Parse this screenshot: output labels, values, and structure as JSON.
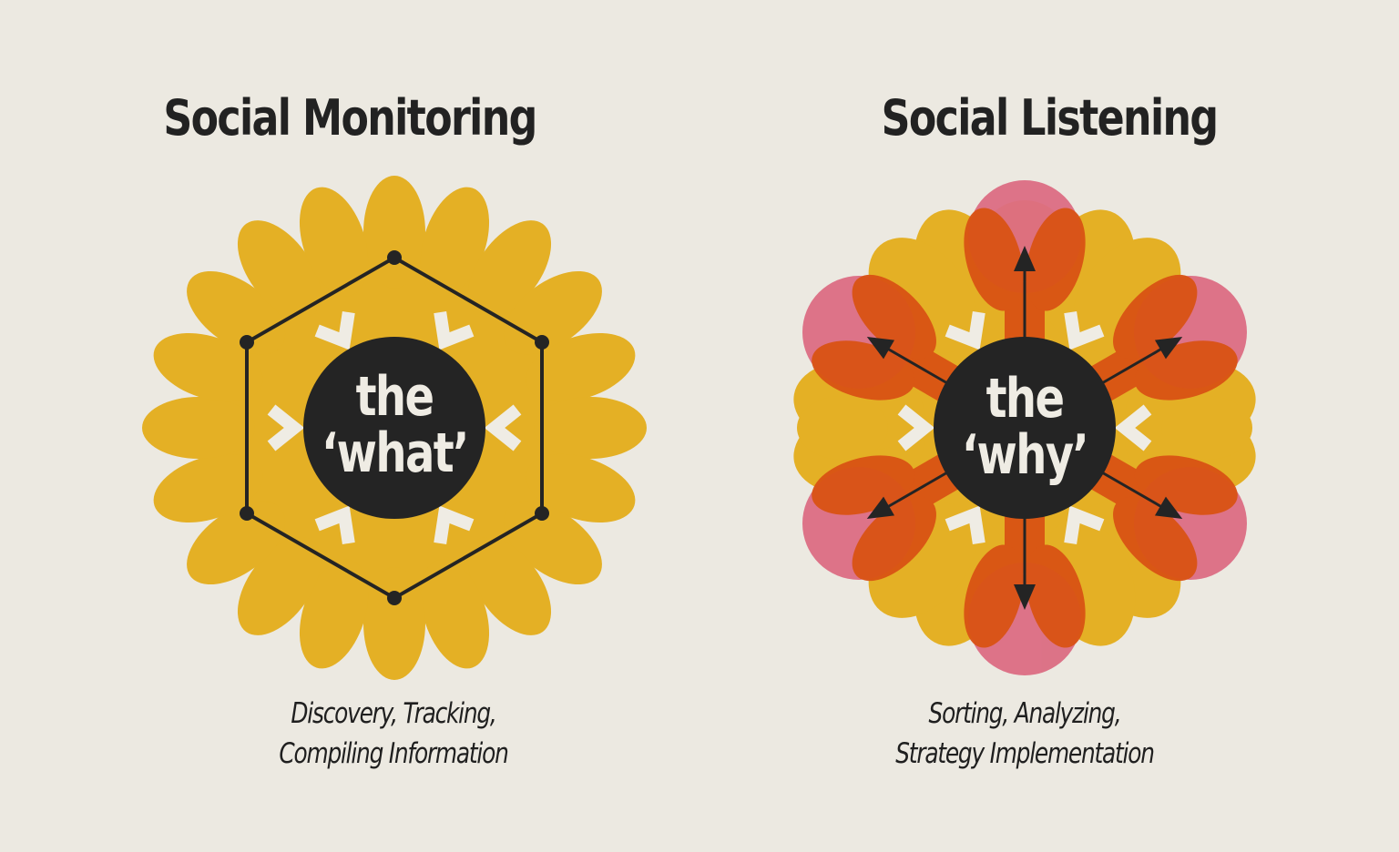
{
  "colors": {
    "background": "#ece9e1",
    "yellow": "#e4b025",
    "orange": "#d95314",
    "pink": "#dc6d83",
    "dark": "#242424",
    "cream": "#efece4"
  },
  "left": {
    "title": "Social Monitoring",
    "center_line1": "the",
    "center_line2": "‘what’",
    "caption_line1": "Discovery, Tracking,",
    "caption_line2": "Compiling Information"
  },
  "right": {
    "title": "Social Listening",
    "center_line1": "the",
    "center_line2": "‘why’",
    "caption_line1": "Sorting, Analyzing,",
    "caption_line2": "Strategy Implementation"
  }
}
